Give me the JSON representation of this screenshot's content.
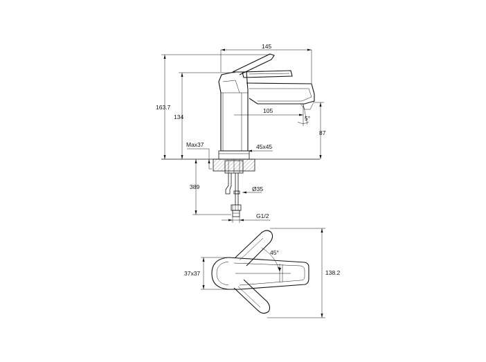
{
  "dimensions": {
    "width_145": "145",
    "height_163_7": "163.7",
    "height_134": "134",
    "reach_105": "105",
    "angle_5": "5°",
    "height_87": "87",
    "max_37": "Max37",
    "base_45x45": "45x45",
    "length_389": "389",
    "dia_35": "Ø35",
    "thread_g12": "G1/2",
    "angle_45": "45°",
    "base_37x37": "37x37",
    "height_138_2": "138.2"
  }
}
